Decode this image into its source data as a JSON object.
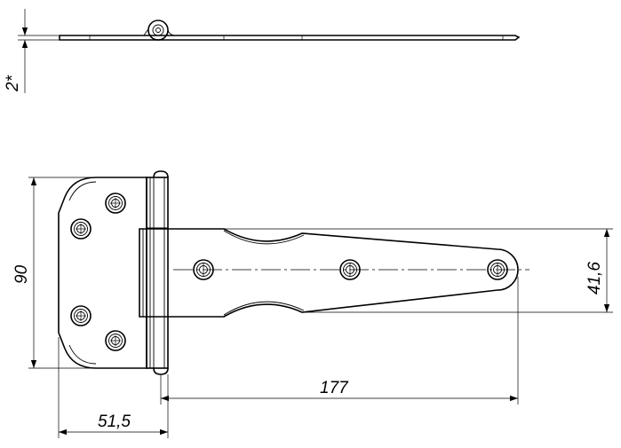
{
  "drawing": {
    "dimensions": {
      "plate_thickness": "2*",
      "total_height": "90",
      "strap_width": "41,6",
      "strap_length": "177",
      "leaf_width": "51,5"
    }
  }
}
